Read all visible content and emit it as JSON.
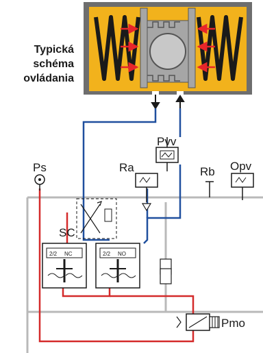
{
  "caption": {
    "line1": "Typická",
    "line2": "schéma",
    "line3": "ovládania"
  },
  "labels": {
    "ps": "Ps",
    "pvv": "Pvv",
    "ra": "Ra",
    "rb": "Rb",
    "opv": "Opv",
    "sc": "SC",
    "pmo": "Pmo",
    "valve1_mode": "2/2",
    "valve1_type": "NC",
    "valve2_mode": "2/2",
    "valve2_type": "NO"
  },
  "colors": {
    "actuator_fill": "#f2b21c",
    "piston": "#a6a6a6",
    "spring": "#1a1a1a",
    "arrow": "#e8262a",
    "pipe_blue": "#1f4f9e",
    "pipe_red": "#d42a2a",
    "pipe_gray": "#b9b9b9"
  }
}
